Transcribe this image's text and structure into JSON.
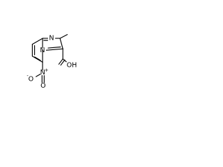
{
  "molecule": {
    "atoms": {
      "imidazole_n": "N",
      "ring_n": "N",
      "nitro_n": "N",
      "nitro_o_minus": "O",
      "nitro_o": "O",
      "carboxyl_oh": "OH"
    },
    "charges": {
      "nitro_n": "+",
      "nitro_o_minus": "-"
    }
  }
}
